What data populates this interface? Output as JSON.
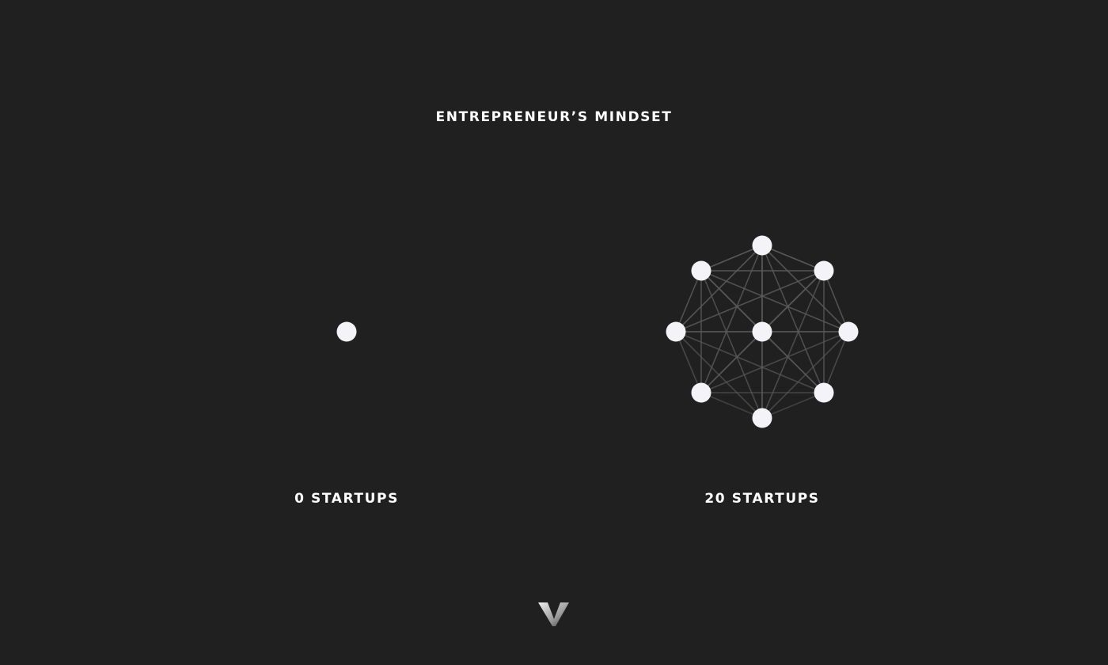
{
  "title": "ENTREPRENEUR’S MINDSET",
  "left_panel": {
    "label": "0 STARTUPS",
    "node_count": 1
  },
  "right_panel": {
    "label": "20 STARTUPS",
    "node_count": 9,
    "fully_connected": true
  },
  "colors": {
    "background": "#202020",
    "node": "#f4f4f8",
    "edge": "#5a5a5a",
    "text": "#ffffff"
  },
  "logo": {
    "icon": "v-logo-icon"
  }
}
